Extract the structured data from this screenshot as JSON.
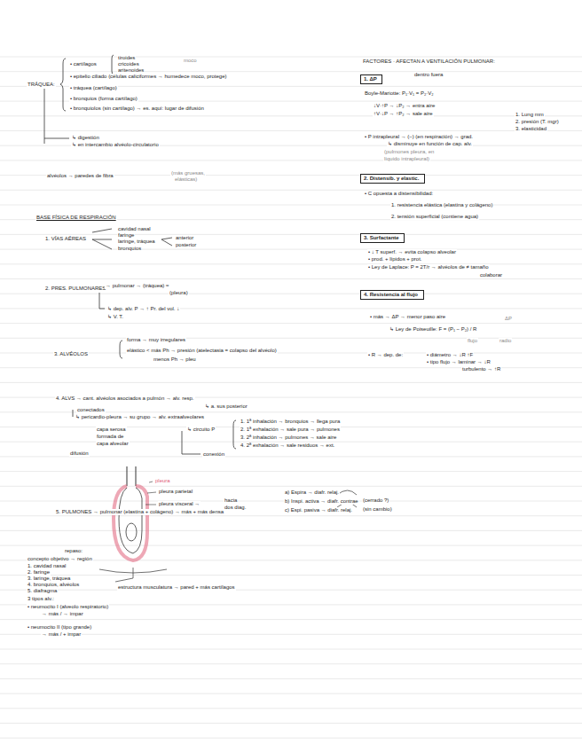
{
  "diagram": {
    "nodes": [
      {
        "text": [
          "1. ΔP"
        ]
      },
      {
        "text": [
          "2. Distensib. y elastic."
        ]
      },
      {
        "text": [
          "3. Surfactante"
        ]
      },
      {
        "text": [
          "4. Resistencia al flujo"
        ]
      }
    ],
    "labels": [
      "TRÁQUEA:",
      "• cartílagos",
      "tiroides",
      "cricoides",
      "aritenoides",
      "moco",
      "• epitelio ciliado (células caliciformes → humedece moco, protege)",
      "• tráquea (cartílago)",
      "• bronquios (forma cartílago)",
      "• bronquiolos (sin cartílago) → es. aquí: lugar de difusión",
      "↳ digestión",
      "↳ en intercambio alvéolo-circulatorio",
      "alvéolos → paredes de fibra",
      "(más gruesas,",
      "elásticas)",
      "BASE FÍSICA DE RESPIRACIÓN",
      "1. VÍAS AÉREAS",
      "cavidad nasal",
      "faringe",
      "laringe, tráquea",
      "bronquios",
      "anterior",
      "posterior",
      "2. PRES. PULMONARES",
      "→ pulmonar → (tráquea) ≈",
      "(pleura)",
      "↳ dep. alv. P → ↑ Pr. del vol. ↓",
      "↳ V. T.",
      "3. ALVÉOLOS",
      "forma → muy irregulares",
      "elástico < más Ph → presión (atelectasia = colapso del alvéolo)",
      "menos Ph → pleu",
      "4. ALVS → cant. alvéolos asociados a pulmón → alv. resp.",
      "↳ a. sus posterior",
      "conectados",
      "↳ pericardio-pleura → su grupo → alv. extraalveolares",
      "capa serosa",
      "formada de",
      "capa alveolar",
      "difusión",
      "↳ circuito P",
      "1. 1ª inhalación → bronquios → llega pura",
      "2. 1ª exhalación → sale pura → pulmones",
      "3. 2ª inhalación → pulmones → sale aire",
      "4. 2ª exhalación → sale residuos → ext.",
      "conexión",
      "a) Espira → diafr. relaj.",
      "b) Inspi. activa → diafr. contrae",
      "c) Espi. pasiva → diafr. relaj.",
      "(cerrado ?)",
      "(sin cambio)",
      "5. PULMONES → pulmonar (elastina + colágeno) → más + más densa",
      "pleura",
      "pleura parietal",
      "pleura visceral →",
      "hacia",
      "dos diag.",
      "repaso:",
      "concepto objetivo → región",
      "1. cavidad nasal",
      "2. faringe",
      "3. laringe, tráquea",
      "4. bronquios, alvéolos",
      "5. diafragma",
      "estructura musculatura → pared + más cartílagos",
      "3 tipos alv.:",
      "• neumocito I (alveolo respiratorio)",
      "→ más / → impar",
      "• neumocito II (tipo grande)",
      "→ más / + impar",
      "FACTORES · AFECTAN A VENTILACIÓN PULMONAR:",
      "dentro fuera",
      "Boyle-Mariotte: P₁·V₁ = P₂·V₂",
      "↓V·↑P → ↓P₂ → entra aire",
      "↑V·↓P → ↑P₂ → sale aire",
      "1. Lung mm",
      "2. presión (T. mgr)",
      "3. elasticidad",
      "• P intrapleural → (–) (en respiración) → grad.",
      "↳ disminuye en función de cap. alv.",
      "(pulmones pleura, en",
      "líquido intrapleural)",
      "• C opuesta a distensibilidad:",
      "1. resistencia elástica (elastina y colágeno)",
      "2. tensión superficial (contiene agua)",
      "• ↓ T superf. → evita colapso alveolar",
      "• prod. + lípidos + prot.",
      "• Ley de Laplace: P = 2T/r → alvéolos de ≠ tamaño",
      "colaborar",
      "• más → ΔP → menor paso aire",
      "↳ Ley de Poiseuille: F = (P₁ − P₂) / R",
      "ΔP",
      "flujo",
      "radio",
      "• R → dep. de:",
      "• diámetro → ↓R ↑F",
      "• tipo flujo → laminar → ↓R",
      "turbulento → ↑R"
    ]
  }
}
